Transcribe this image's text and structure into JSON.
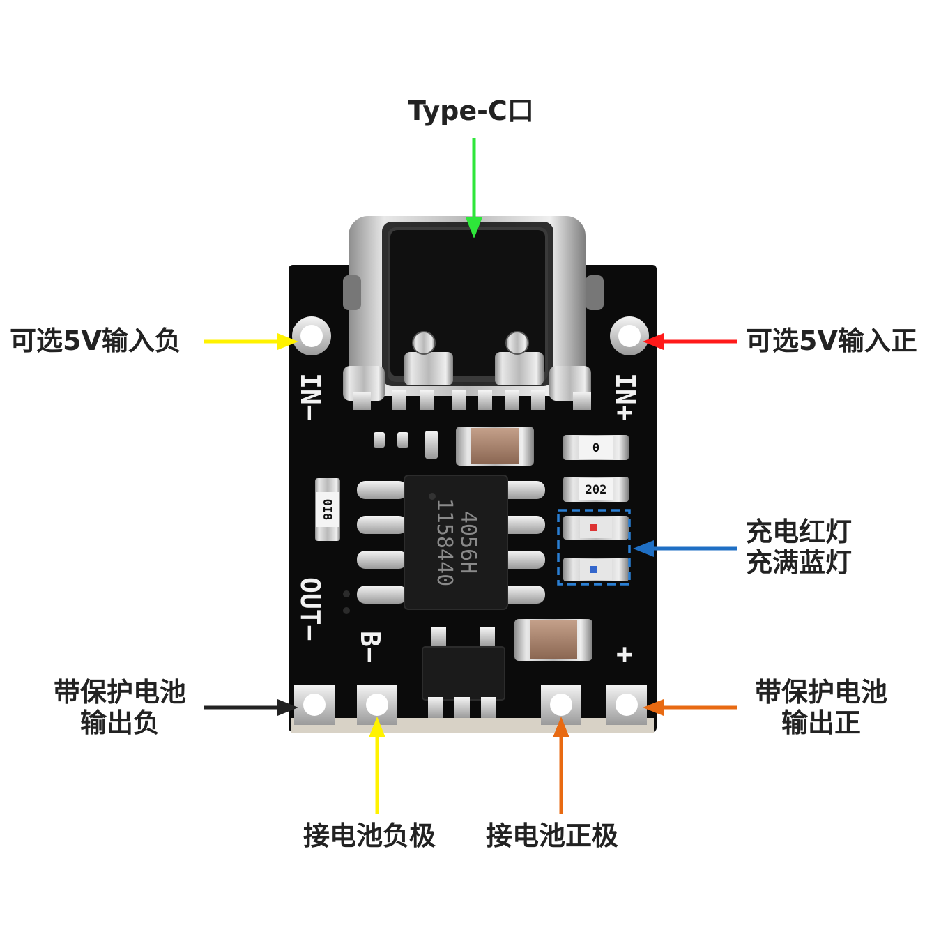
{
  "title": "Type-C口",
  "labels": {
    "in_neg": "可选5V输入负",
    "in_pos": "可选5V输入正",
    "led_line1": "充电红灯",
    "led_line2": "充满蓝灯",
    "out_neg_line1": "带保护电池",
    "out_neg_line2": "输出负",
    "out_pos_line1": "带保护电池",
    "out_pos_line2": "输出正",
    "bat_neg": "接电池负极",
    "bat_pos": "接电池正极"
  },
  "silkscreen": {
    "in_neg": "IN−",
    "in_pos": "IN+",
    "out_neg": "OUT−",
    "b_neg": "B−",
    "plus": "+"
  },
  "chip": {
    "line1": "4056H",
    "line2": "1158440"
  },
  "component_markings": {
    "r1": "0",
    "r2": "202",
    "r3": "0I8"
  },
  "colors": {
    "title_arrow": "#2ee63a",
    "in_neg_arrow": "#fff200",
    "in_pos_arrow": "#ff1a1a",
    "led_arrow": "#1f6fc4",
    "out_neg_arrow": "#222222",
    "out_pos_arrow": "#e86a12",
    "bat_neg_arrow": "#fff200",
    "bat_pos_arrow": "#e86a12"
  }
}
